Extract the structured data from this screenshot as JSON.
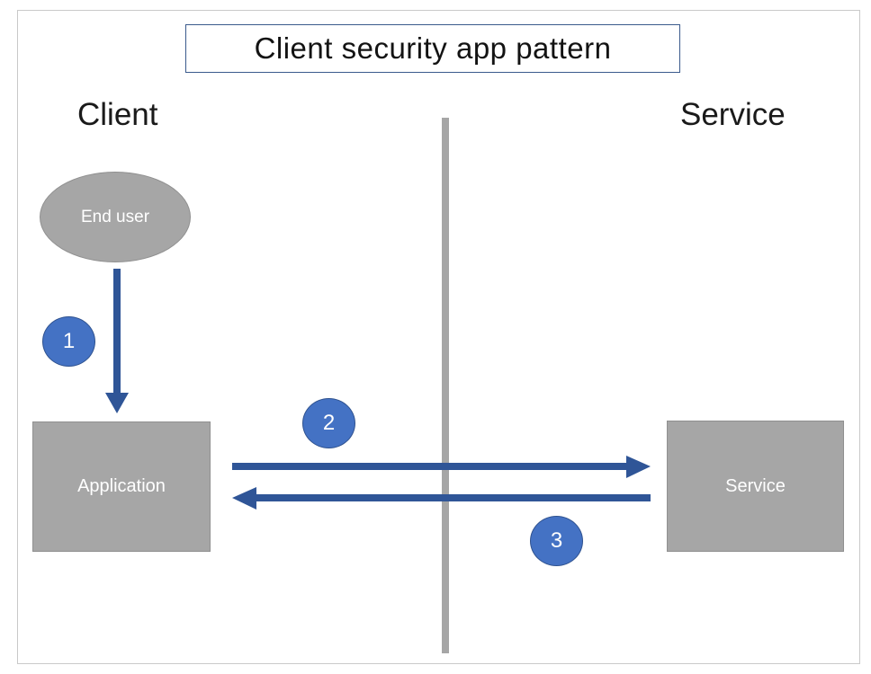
{
  "title": "Client security app pattern",
  "sections": {
    "left_heading": "Client",
    "right_heading": "Service"
  },
  "nodes": {
    "end_user": {
      "label": "End user",
      "shape": "ellipse"
    },
    "application": {
      "label": "Application",
      "shape": "rectangle"
    },
    "service": {
      "label": "Service",
      "shape": "rectangle"
    }
  },
  "steps": [
    {
      "number": "1",
      "description": "End user to Application"
    },
    {
      "number": "2",
      "description": "Application to Service"
    },
    {
      "number": "3",
      "description": "Service to Application"
    }
  ],
  "arrows": [
    {
      "from": "end_user",
      "to": "application",
      "direction": "down"
    },
    {
      "from": "application",
      "to": "service",
      "direction": "right"
    },
    {
      "from": "service",
      "to": "application",
      "direction": "left"
    }
  ],
  "colors": {
    "accent_blue": "#4472c4",
    "badge_border": "#2f528f",
    "arrow_blue": "#2f5597",
    "node_gray": "#a6a6a6",
    "node_border": "#909090",
    "title_border": "#3a5a8c"
  }
}
